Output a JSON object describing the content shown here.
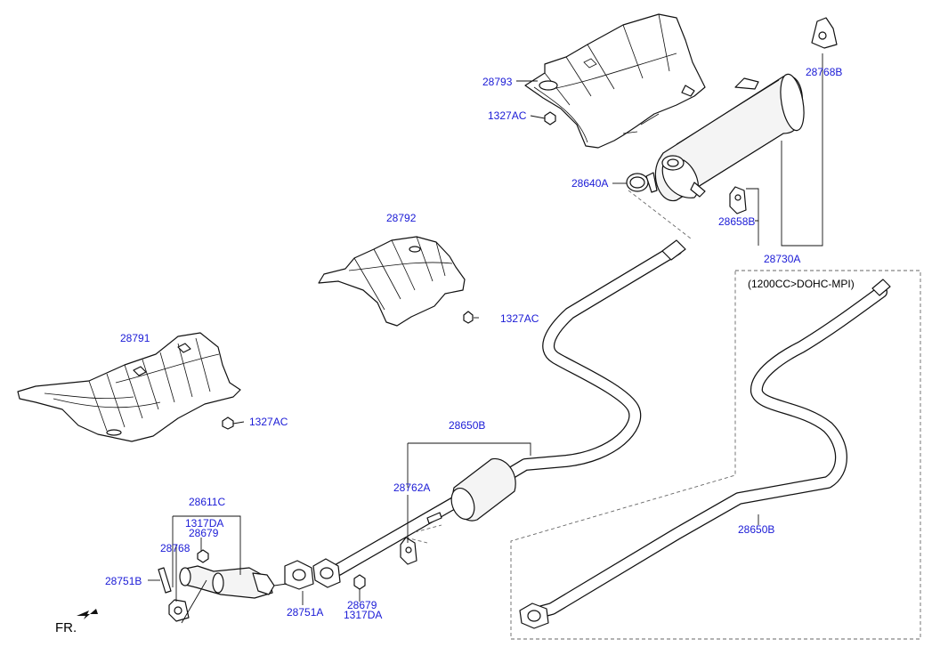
{
  "diagram": {
    "variant_note": "(1200CC>DOHC-MPI)",
    "direction_label": "FR.",
    "labels": {
      "p28793": "28793",
      "p1327ac_top": "1327AC",
      "p28768b": "28768B",
      "p28640a": "28640A",
      "p28658b": "28658B",
      "p28730a": "28730A",
      "p28792": "28792",
      "p1327ac_mid": "1327AC",
      "p28791": "28791",
      "p1327ac_low": "1327AC",
      "p28650b_main": "28650B",
      "p28762a": "28762A",
      "p28611c": "28611C",
      "p1317da_top": "1317DA",
      "p28679_top": "28679",
      "p28768": "28768",
      "p28751b": "28751B",
      "p28751a": "28751A",
      "p28679_bot": "28679",
      "p1317da_bot": "1317DA",
      "p28650b_alt": "28650B"
    }
  }
}
